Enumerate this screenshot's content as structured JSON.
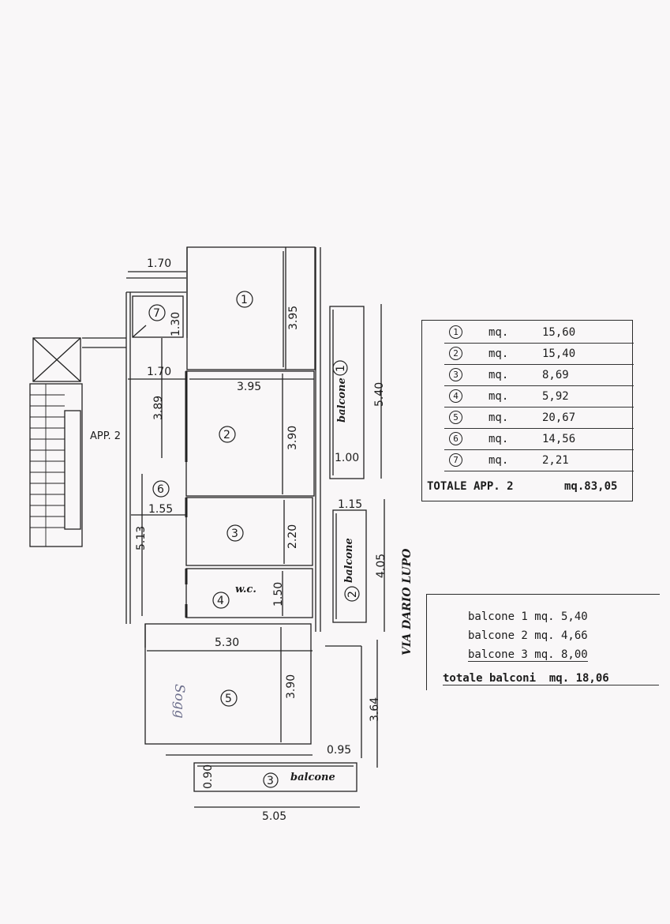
{
  "plan": {
    "dims": {
      "d_170_top": "1.70",
      "d_130": "1.30",
      "d_395_vert": "3.95",
      "d_170_mid": "1.70",
      "d_395_horiz": "3.95",
      "d_389": "3.89",
      "d_390_r2": "3.90",
      "d_540": "5.40",
      "d_100": "1.00",
      "d_155": "1.55",
      "d_115": "1.15",
      "d_220": "2.20",
      "d_513": "5.13",
      "d_405": "4.05",
      "d_150": "1.50",
      "d_530": "5.30",
      "d_390_r5": "3.90",
      "d_364": "3.64",
      "d_095": "0.95",
      "d_090": "0.90",
      "d_505": "5.05"
    },
    "rooms": {
      "r1": "1",
      "r2": "2",
      "r3": "3",
      "r4": "4",
      "r5": "5",
      "r6": "6",
      "r7": "7"
    },
    "labels": {
      "app": "APP. 2",
      "wc": "w.c.",
      "balcone1": "balcone",
      "balcone1_num": "1",
      "balcone2": "balcone",
      "balcone2_num": "2",
      "balcone3": "balcone",
      "balcone3_num": "3",
      "street": "VIA DARIO LUPO"
    },
    "handwriting": {
      "room5_note": "Sogg"
    }
  },
  "areas": {
    "rows": [
      {
        "num": "1",
        "unit": "mq.",
        "value": "15,60"
      },
      {
        "num": "2",
        "unit": "mq.",
        "value": "15,40"
      },
      {
        "num": "3",
        "unit": "mq.",
        "value": "8,69"
      },
      {
        "num": "4",
        "unit": "mq.",
        "value": "5,92"
      },
      {
        "num": "5",
        "unit": "mq.",
        "value": "20,67"
      },
      {
        "num": "6",
        "unit": "mq.",
        "value": "14,56"
      },
      {
        "num": "7",
        "unit": "mq.",
        "value": "2,21"
      }
    ],
    "total_label": "TOTALE APP. 2",
    "total_value": "mq.83,05"
  },
  "balconies": {
    "b1": "balcone 1 mq. 5,40",
    "b2": "balcone 2 mq. 4,66",
    "b3": "balcone 3 mq. 8,00",
    "total": "totale balconi  mq. 18,06"
  }
}
